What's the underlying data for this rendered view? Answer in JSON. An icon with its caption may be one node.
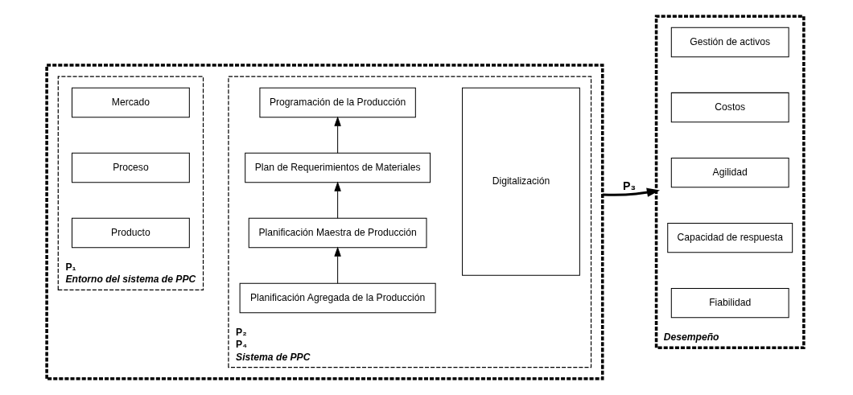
{
  "diagram": {
    "nodes": [
      {
        "text": [],
        "shape": "box"
      },
      {
        "text": [
          "P₁",
          "Entorno del sistema de PPC"
        ],
        "in": 0
      },
      {
        "text": [
          "Producto"
        ],
        "in": 1
      },
      {
        "text": [
          "Proceso"
        ],
        "in": 1
      },
      {
        "text": [
          "Mercado"
        ],
        "in": 1
      },
      {
        "text": [
          "P₂",
          "P₄",
          "Sistema de PPC"
        ],
        "in": 0
      },
      {
        "text": [
          "Planificación Agregada de la Producción"
        ],
        "in": 5
      },
      {
        "text": [
          "Planificación Maestra de Producción"
        ],
        "in": 5
      },
      {
        "text": [
          "Plan de Requerimientos de Materiales"
        ],
        "in": 5
      },
      {
        "text": [
          "Programación de la Producción"
        ],
        "in": 5
      },
      {
        "text": [
          "Digitalización"
        ],
        "in": 5
      },
      {
        "text": [
          "Desempeño"
        ]
      },
      {
        "text": [
          "Fiabilidad"
        ],
        "in": 11
      },
      {
        "text": [
          "Capacidad de respuesta"
        ],
        "in": 11
      },
      {
        "text": [
          "Agilidad"
        ],
        "in": 11
      },
      {
        "text": [
          "Costos"
        ],
        "in": 11
      },
      {
        "text": [
          "Gestión de activos"
        ],
        "in": 11
      }
    ],
    "edges": [
      {
        "from": 6,
        "to": 7,
        "arrow": "to"
      },
      {
        "from": 7,
        "to": 8,
        "arrow": "to"
      },
      {
        "from": 8,
        "to": 9,
        "arrow": "to"
      },
      {
        "from": 0,
        "to": 11,
        "arrow": "to",
        "label": "P₃",
        "style": "thick"
      }
    ]
  }
}
